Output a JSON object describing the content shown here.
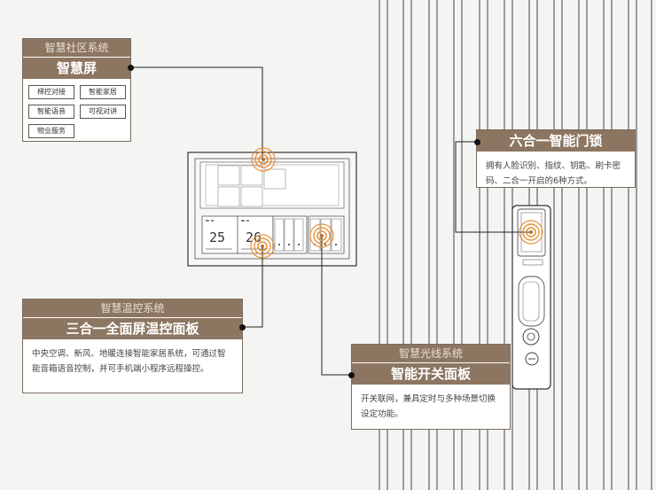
{
  "smart_screen": {
    "system": "智慧社区系统",
    "title": "智慧屏",
    "tags": [
      "梯控对接",
      "智能家居",
      "智能语音",
      "可视对讲",
      "物业服务"
    ]
  },
  "thermostat": {
    "system": "智慧温控系统",
    "title": "三合一全面屏温控面板",
    "desc": "中央空调、新风、地暖连接智能家居系统，可通过智能音箱语音控制，并可手机端小程序远程操控。"
  },
  "lighting": {
    "system": "智慧光线系统",
    "title": "智能开关面板",
    "desc": "开关联网，兼具定时与多种场景切换设定功能。"
  },
  "door_lock": {
    "title": "六合一智能门锁",
    "desc": "拥有人脸识别、指纹、钥匙、刷卡密码、二合一开启的6种方式。"
  },
  "panel_display": {
    "temp_left": "25",
    "temp_right": "26"
  },
  "colors": {
    "accent": "#8c7661",
    "accent_light": "#b39a82",
    "ring": "#e5953b",
    "line": "#222222"
  }
}
